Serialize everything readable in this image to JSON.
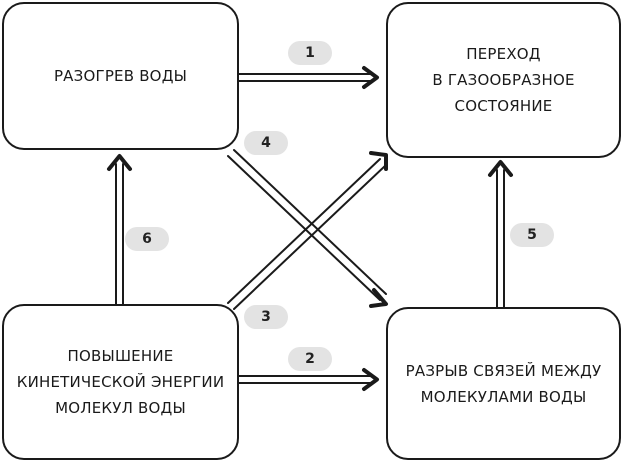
{
  "boxes": {
    "heating": "РАЗОГРЕВ ВОДЫ",
    "gas_transition": "ПЕРЕХОД\nВ ГАЗООБРАЗНОЕ\nСОСТОЯНИЕ",
    "kinetic": "ПОВЫШЕНИЕ\nКИНЕТИЧЕСКОЙ ЭНЕРГИИ\nМОЛЕКУЛ ВОДЫ",
    "bond_break": "РАЗРЫВ СВЯЗЕЙ МЕЖДУ\nМОЛЕКУЛАМИ ВОДЫ"
  },
  "badges": [
    "1",
    "2",
    "3",
    "4",
    "5",
    "6"
  ],
  "colors": {
    "stroke": "#1a1a1a",
    "badge_bg": "#e3e3e3"
  }
}
